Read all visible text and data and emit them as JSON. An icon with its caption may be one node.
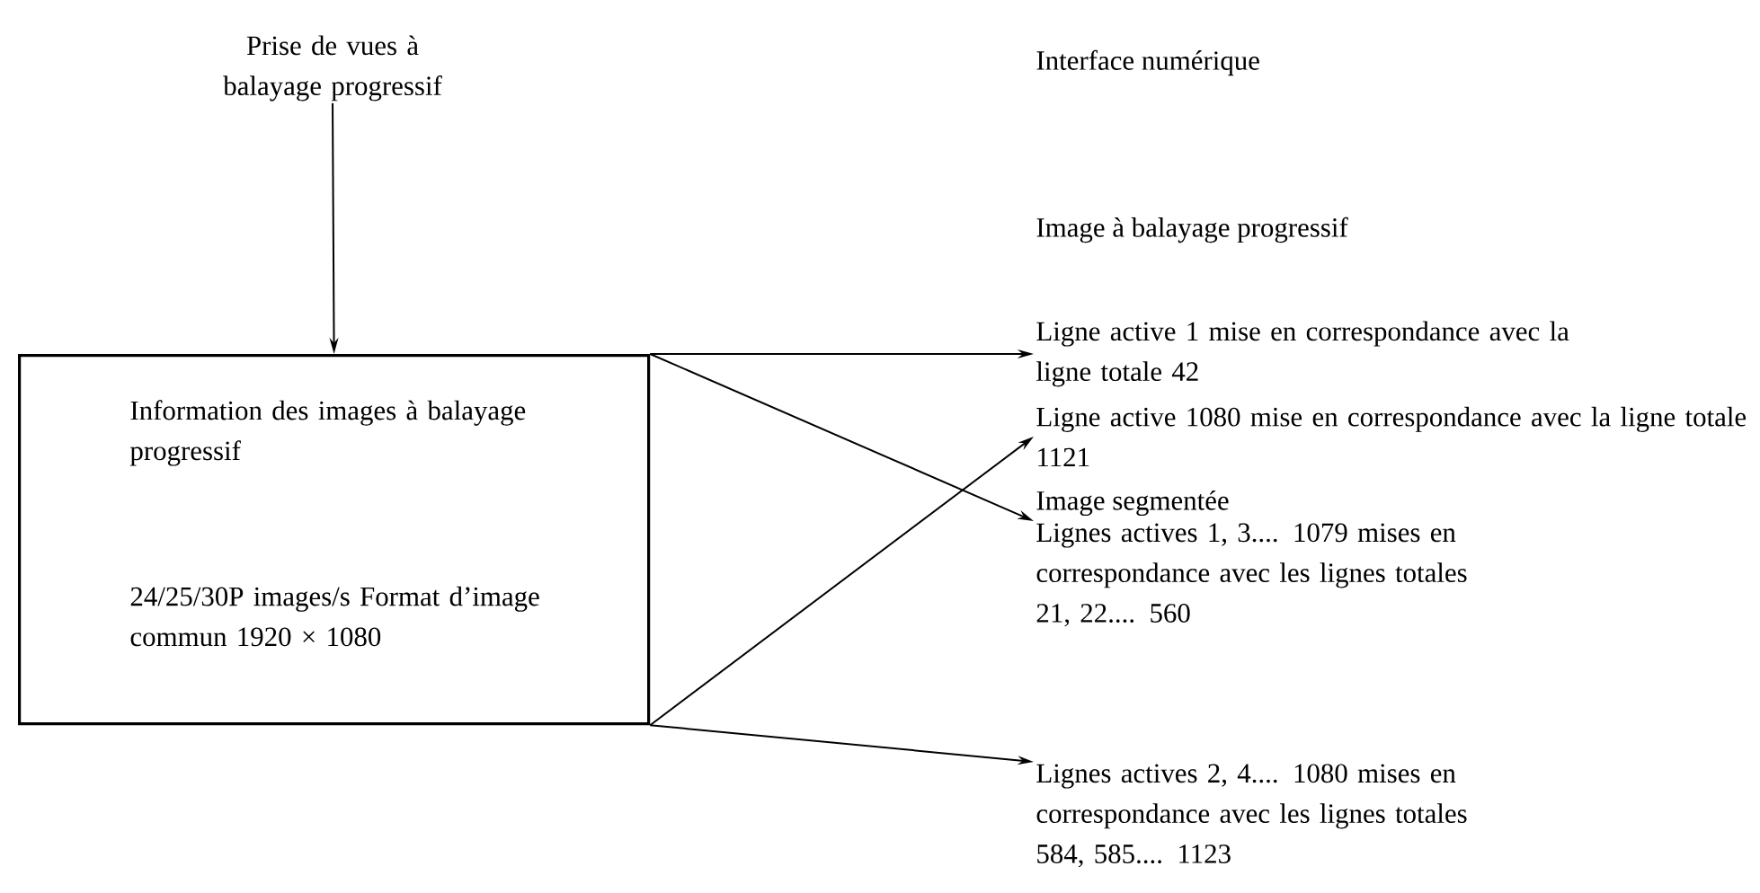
{
  "diagram": {
    "nodes": [
      {
        "text": [
          "Prise de vues à balayage progressif"
        ]
      },
      {
        "text": [
          "Information des images à balayage progressif",
          "24/25/30P images/s Format d’image commun 1920 × 1080"
        ]
      },
      {
        "text": [
          "Ligne active 1 mise en correspondance avec la ligne totale 42"
        ]
      },
      {
        "text": [
          "Ligne active 1080 mise en correspondance avec la ligne totale 1121"
        ]
      },
      {
        "text": [
          "Lignes actives 1, 3.... 1079 mises en correspondance avec les lignes totales 21, 22.... 560"
        ]
      },
      {
        "text": [
          "Lignes actives 2, 4.... 1080 mises en correspondance avec les lignes totales 584, 585.... 1123"
        ]
      }
    ],
    "edges": [
      {
        "from": 0,
        "to": 1,
        "arrow": "to"
      },
      {
        "from": 1,
        "to": 2,
        "arrow": "to"
      },
      {
        "from": 1,
        "to": 4,
        "arrow": "to"
      },
      {
        "from": 1,
        "to": 3,
        "arrow": "to"
      },
      {
        "from": 1,
        "to": 5,
        "arrow": "to"
      }
    ],
    "labels": [
      "Interface numérique",
      "Image à balayage progressif",
      "Image segmentée"
    ]
  }
}
